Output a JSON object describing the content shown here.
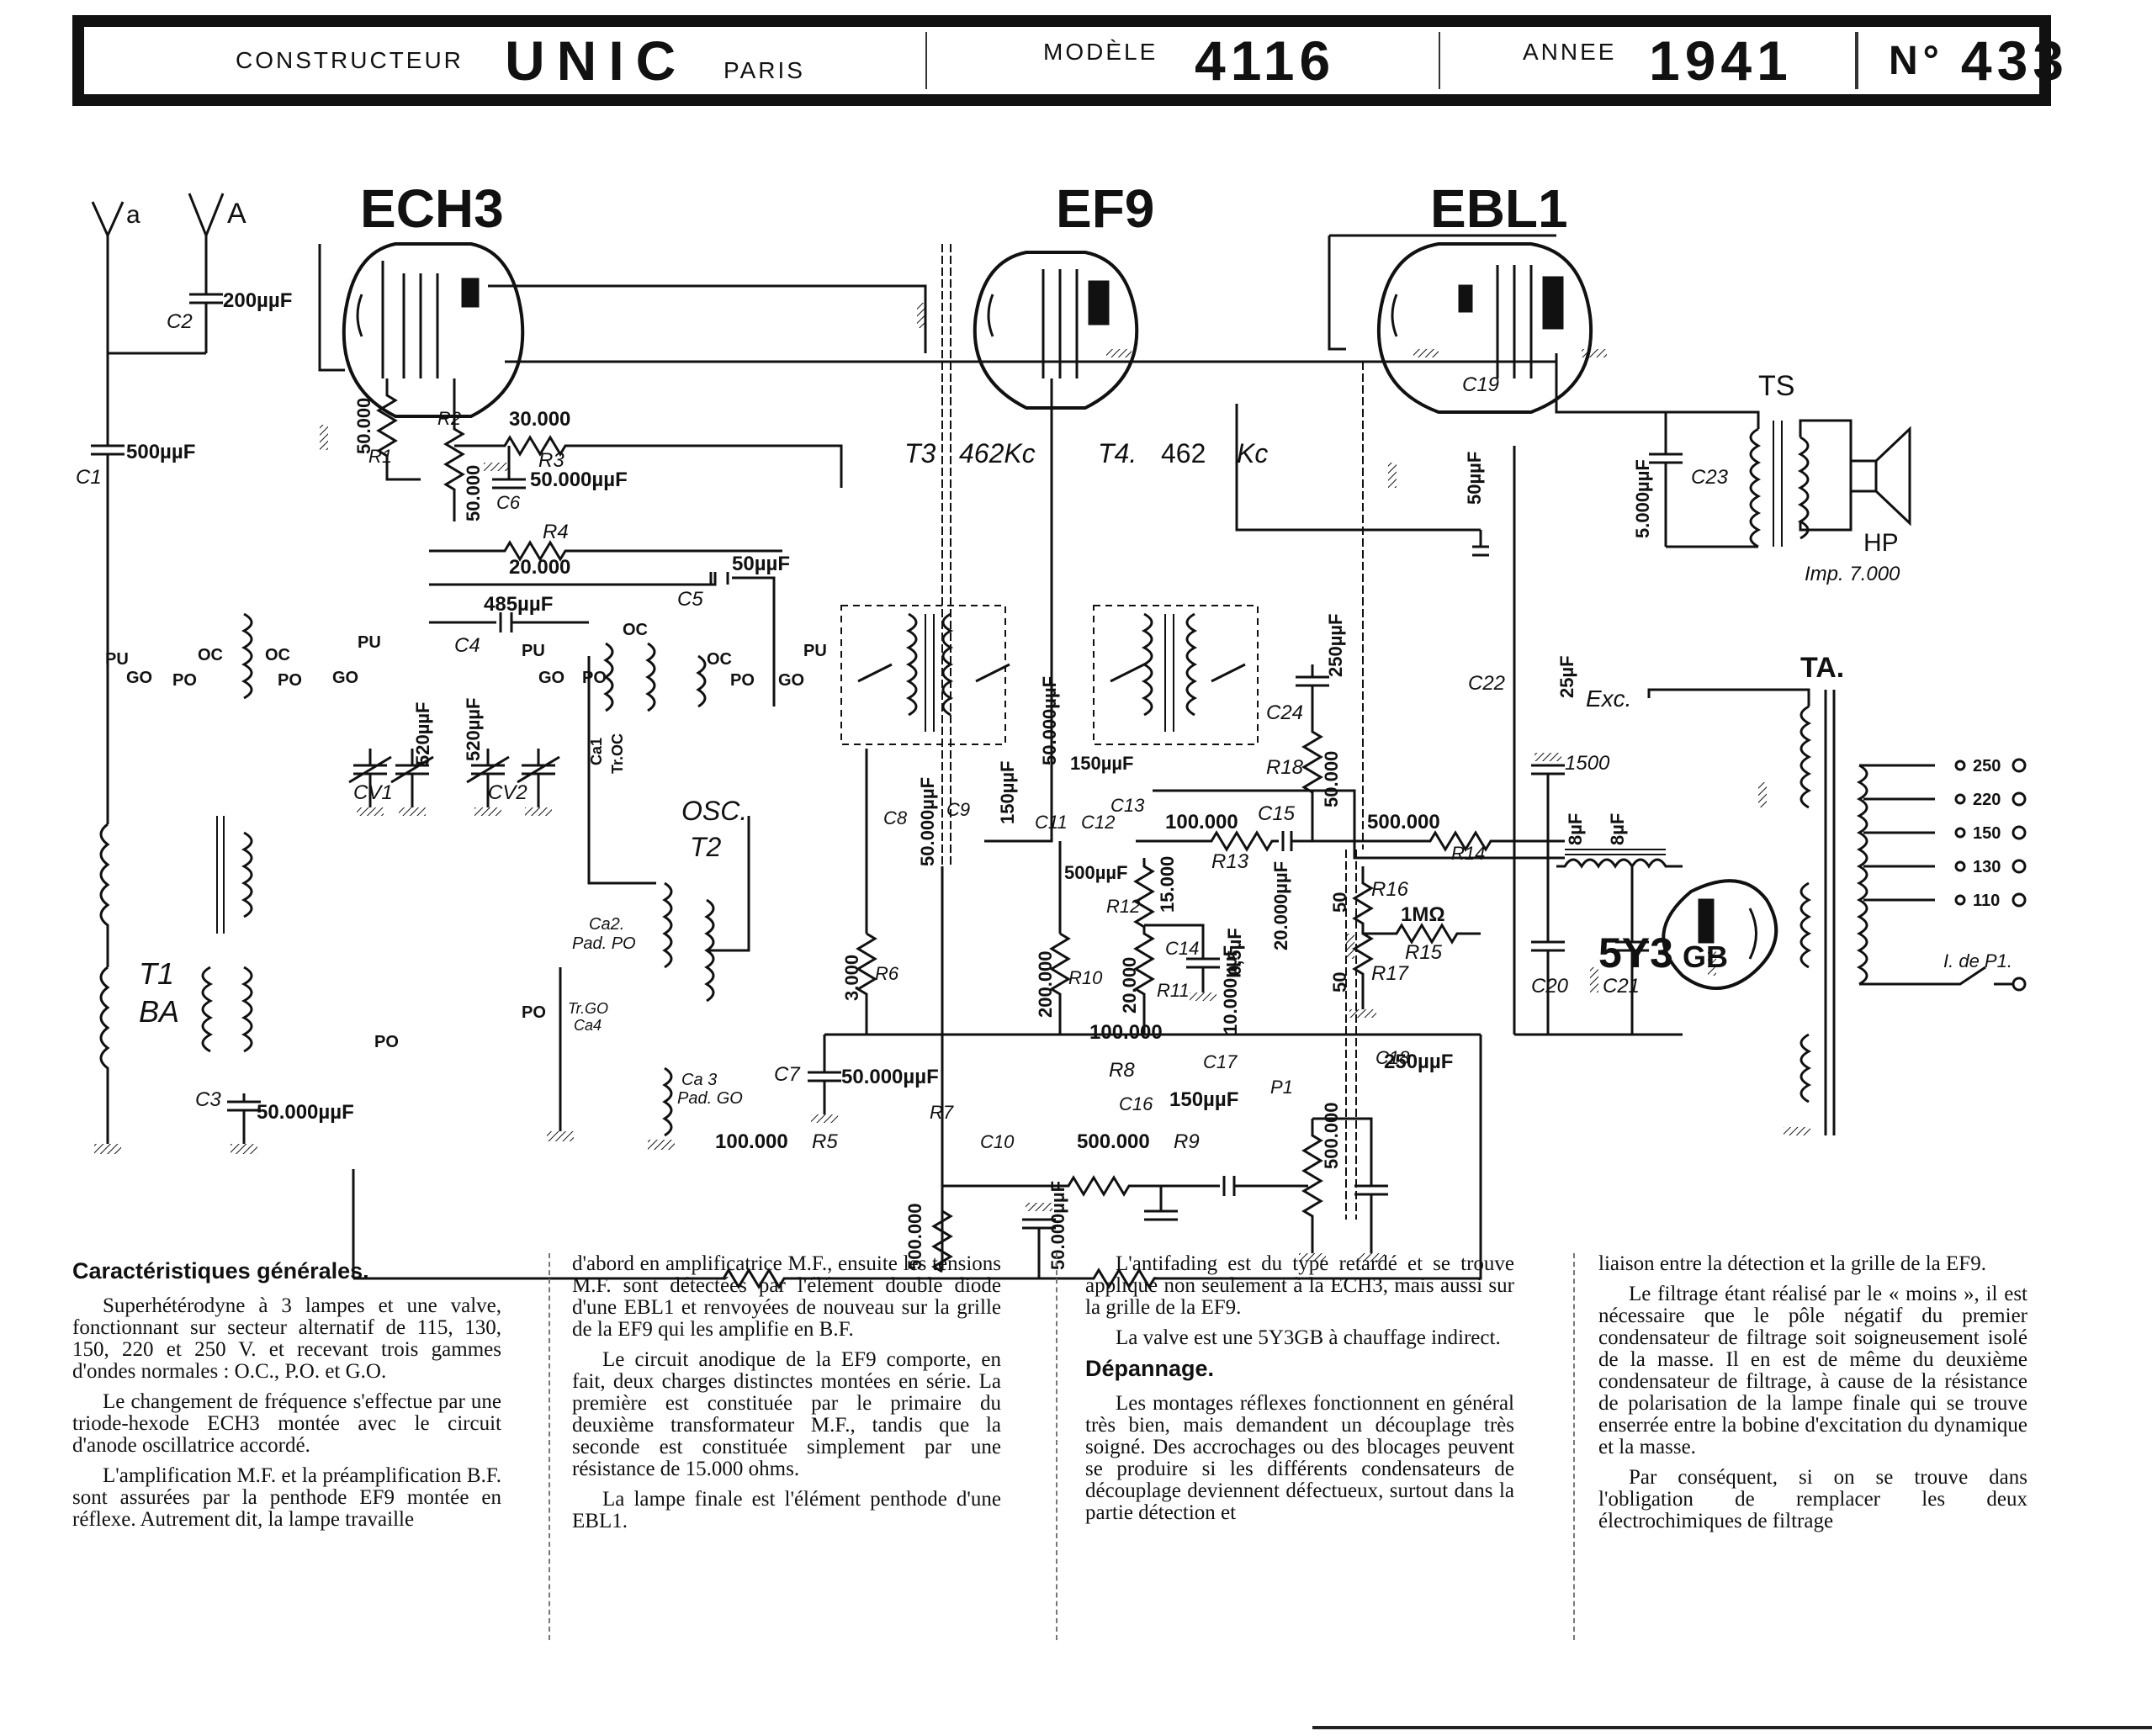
{
  "header": {
    "constructeur_label": "CONSTRUCTEUR",
    "brand": "UNIC",
    "city": "PARIS",
    "modele_label": "MODÈLE",
    "model_number": "4116",
    "annee_label": "ANNEE",
    "year": "1941",
    "number_label": "N°",
    "number": "433"
  },
  "schematic": {
    "tubes": {
      "ech3": "ECH3",
      "ef9": "EF9",
      "ebl1": "EBL1",
      "rectifier_main": "5Y3",
      "rectifier_suffix": "GB"
    },
    "antennas": {
      "a_small": "a",
      "a_big": "A"
    },
    "components": {
      "c2": "C2",
      "c2_val": "200µµF",
      "c1": "C1",
      "c1_val": "500µµF",
      "r1": "R1",
      "r1_val": "50.000",
      "r2": "R2",
      "r2_val": "50.000",
      "r3": "R3",
      "r3_val": "30.000",
      "c6": "C6",
      "c6_val": "50.000µµF",
      "r4": "R4",
      "r4_val": "20.000",
      "c4": "C4",
      "c4_val": "485µµF",
      "c5": "C5",
      "c5_val": "50µµF",
      "cv1": "CV1",
      "cv1_val": "520µµF",
      "cv2": "CV2",
      "cv2_val": "520µµF",
      "t1": "T1",
      "t1_sub": "BA",
      "t2": "T2",
      "osc": "OSC.",
      "c3": "C3",
      "c3_val": "50.000µµF",
      "r5": "R5",
      "r5_val": "100.000",
      "t3": "T3",
      "t3_freq": "462Kc",
      "t4": "T4.",
      "t4_freq": "462",
      "t4_unit": "Kc",
      "c8": "C8",
      "c9": "C9",
      "c9_val": "150µµF",
      "c11": "C11",
      "c11_val": "50.000µµF",
      "c12": "C12",
      "c13": "C13",
      "c13_val": "150µµF",
      "c12_val": "500µµF",
      "r6": "R6",
      "r6_val": "3.000",
      "c7": "C7",
      "c7_val": "50.000µµF",
      "c8_val": "50.000µµF",
      "r10": "R10",
      "r10_val": "200.000",
      "r12": "R12",
      "r12_val": "15.000",
      "r11": "R11",
      "r11_val": "20.000",
      "c14": "C14",
      "c14_val": "0,5µF",
      "r13": "R13",
      "r13_val": "100.000",
      "c15": "C15",
      "c15_val": "20.000µµF",
      "r18": "R18",
      "r18_val": "50.000",
      "c24": "C24",
      "c24_val": "250µµF",
      "r14": "R14",
      "r14_val": "500.000",
      "r16": "R16",
      "r16_val": "50",
      "r15": "R15",
      "r15_val": "1MΩ",
      "r17": "R17",
      "r17_val": "50",
      "c19": "C19",
      "c19_val": "50µµF",
      "c22": "C22",
      "c22_val": "25µF",
      "exc": "Exc.",
      "exc_val": "1500",
      "c20": "C20",
      "c20_val": "8µF",
      "c21": "C21",
      "c21_val": "8µF",
      "c23": "C23",
      "c23_val": "5.000µµF",
      "ts": "TS",
      "hp": "HP",
      "hp_imp": "Imp. 7.000",
      "ta": "TA.",
      "r7": "R7",
      "r7_val": "500.000",
      "c10": "C10",
      "c10_val": "50.000µµF",
      "r8": "R8",
      "r8_val": "100.000",
      "c16": "C16",
      "c16_val": "150µµF",
      "c17": "C17",
      "c17_val": "10.000µµF",
      "p1": "P1",
      "p1_val": "500.000",
      "c18": "C18",
      "c18_val": "250µµF",
      "r9": "R9",
      "r9_val": "500.000",
      "ca1": "Ca1",
      "tr_oc": "Tr.OC",
      "ca2": "Ca2.",
      "pad_po": "Pad. PO",
      "ca3": "Ca 3",
      "pad_go": "Pad. GO",
      "ca4": "Ca4",
      "tr_go": "Tr.GO",
      "interrupt": "I. de P1."
    },
    "switch_labels": {
      "pu": "PU",
      "go": "GO",
      "po": "PO",
      "oc": "OC"
    },
    "voltages": [
      "250",
      "220",
      "150",
      "130",
      "110"
    ]
  },
  "article": {
    "title1": "Caractéristiques générales.",
    "col1": [
      "Superhétérodyne à 3 lampes et une valve, fonctionnant sur secteur alternatif de 115, 130, 150, 220 et 250 V. et recevant trois gammes d'ondes normales : O.C., P.O. et G.O.",
      "Le changement de fréquence s'effectue par une triode-hexode ECH3 montée avec le circuit d'anode oscillatrice accordé.",
      "L'amplification M.F. et la préamplification B.F. sont assurées par la penthode EF9 montée en réflexe. Autrement dit, la lampe travaille"
    ],
    "col2": [
      "d'abord en amplificatrice M.F., ensuite les tensions M.F. sont détectées par l'élément double diode d'une EBL1 et renvoyées de nouveau sur la grille de la EF9 qui les amplifie en B.F.",
      "Le circuit anodique de la EF9 comporte, en fait, deux charges distinctes montées en série. La première est constituée par le primaire du deuxième transformateur M.F., tandis que la seconde est constituée simplement par une résistance de 15.000 ohms.",
      "La lampe finale est l'élément penthode d'une EBL1."
    ],
    "col3a": [
      "L'antifading est du type retardé et se trouve appliqué non seulement à la ECH3, mais aussi sur la grille de la EF9.",
      "La valve est une 5Y3GB à chauffage indirect."
    ],
    "title2": "Dépannage.",
    "col3b": [
      "Les montages réflexes fonctionnent en général très bien, mais demandent un découplage très soigné. Des accrochages ou des blocages peuvent se produire si les différents condensateurs de découplage deviennent défectueux, surtout dans la partie détection et"
    ],
    "col4": [
      "liaison entre la détection et la grille de la EF9.",
      "Le filtrage étant réalisé par le « moins », il est nécessaire que le pôle négatif du premier condensateur de filtrage soit soigneusement isolé de la masse. Il en est de même du deuxième condensateur de filtrage, à cause de la résistance de polarisation de la lampe finale qui se trouve enserrée entre la bobine d'excitation du dynamique et la masse.",
      "Par conséquent, si on se trouve dans l'obligation de remplacer les deux électrochimiques de filtrage"
    ]
  }
}
